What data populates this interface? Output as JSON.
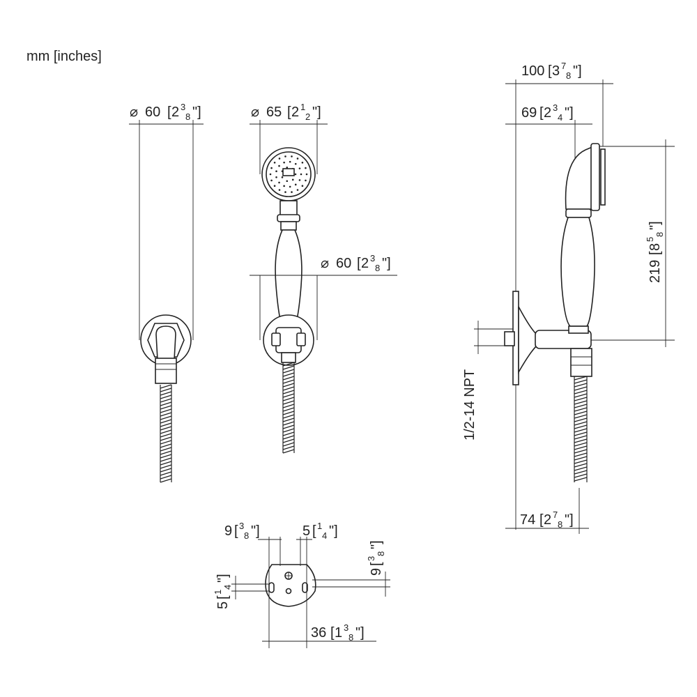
{
  "units_label": "mm [inches]",
  "dimensions": {
    "d60_front": {
      "symbol": "⌀",
      "mm": "60",
      "in_whole": "2",
      "in_num": "3",
      "in_den": "8"
    },
    "d65_head": {
      "symbol": "⌀",
      "mm": "65",
      "in_whole": "2",
      "in_num": "1",
      "in_den": "2"
    },
    "d60_mid": {
      "symbol": "⌀",
      "mm": "60",
      "in_whole": "2",
      "in_num": "3",
      "in_den": "8"
    },
    "w100": {
      "mm": "100",
      "in_whole": "3",
      "in_num": "7",
      "in_den": "8"
    },
    "w69": {
      "mm": "69",
      "in_whole": "2",
      "in_num": "3",
      "in_den": "4"
    },
    "h219": {
      "mm": "219",
      "in_whole": "8",
      "in_num": "5",
      "in_den": "8"
    },
    "w74": {
      "mm": "74",
      "in_whole": "2",
      "in_num": "7",
      "in_den": "8"
    },
    "npt": {
      "text": "1/2-14 NPT"
    },
    "w9_top": {
      "mm": "9",
      "in_num": "3",
      "in_den": "8"
    },
    "w5_top": {
      "mm": "5",
      "in_num": "1",
      "in_den": "4"
    },
    "h9_right": {
      "mm": "9",
      "in_num": "3",
      "in_den": "8"
    },
    "h5_left": {
      "mm": "5",
      "in_num": "1",
      "in_den": "4"
    },
    "w36": {
      "mm": "36",
      "in_whole": "1",
      "in_num": "3",
      "in_den": "8"
    }
  },
  "views": [
    "wall-holder-front-view",
    "hand-shower-front-view",
    "side-view",
    "mounting-plate-view"
  ]
}
